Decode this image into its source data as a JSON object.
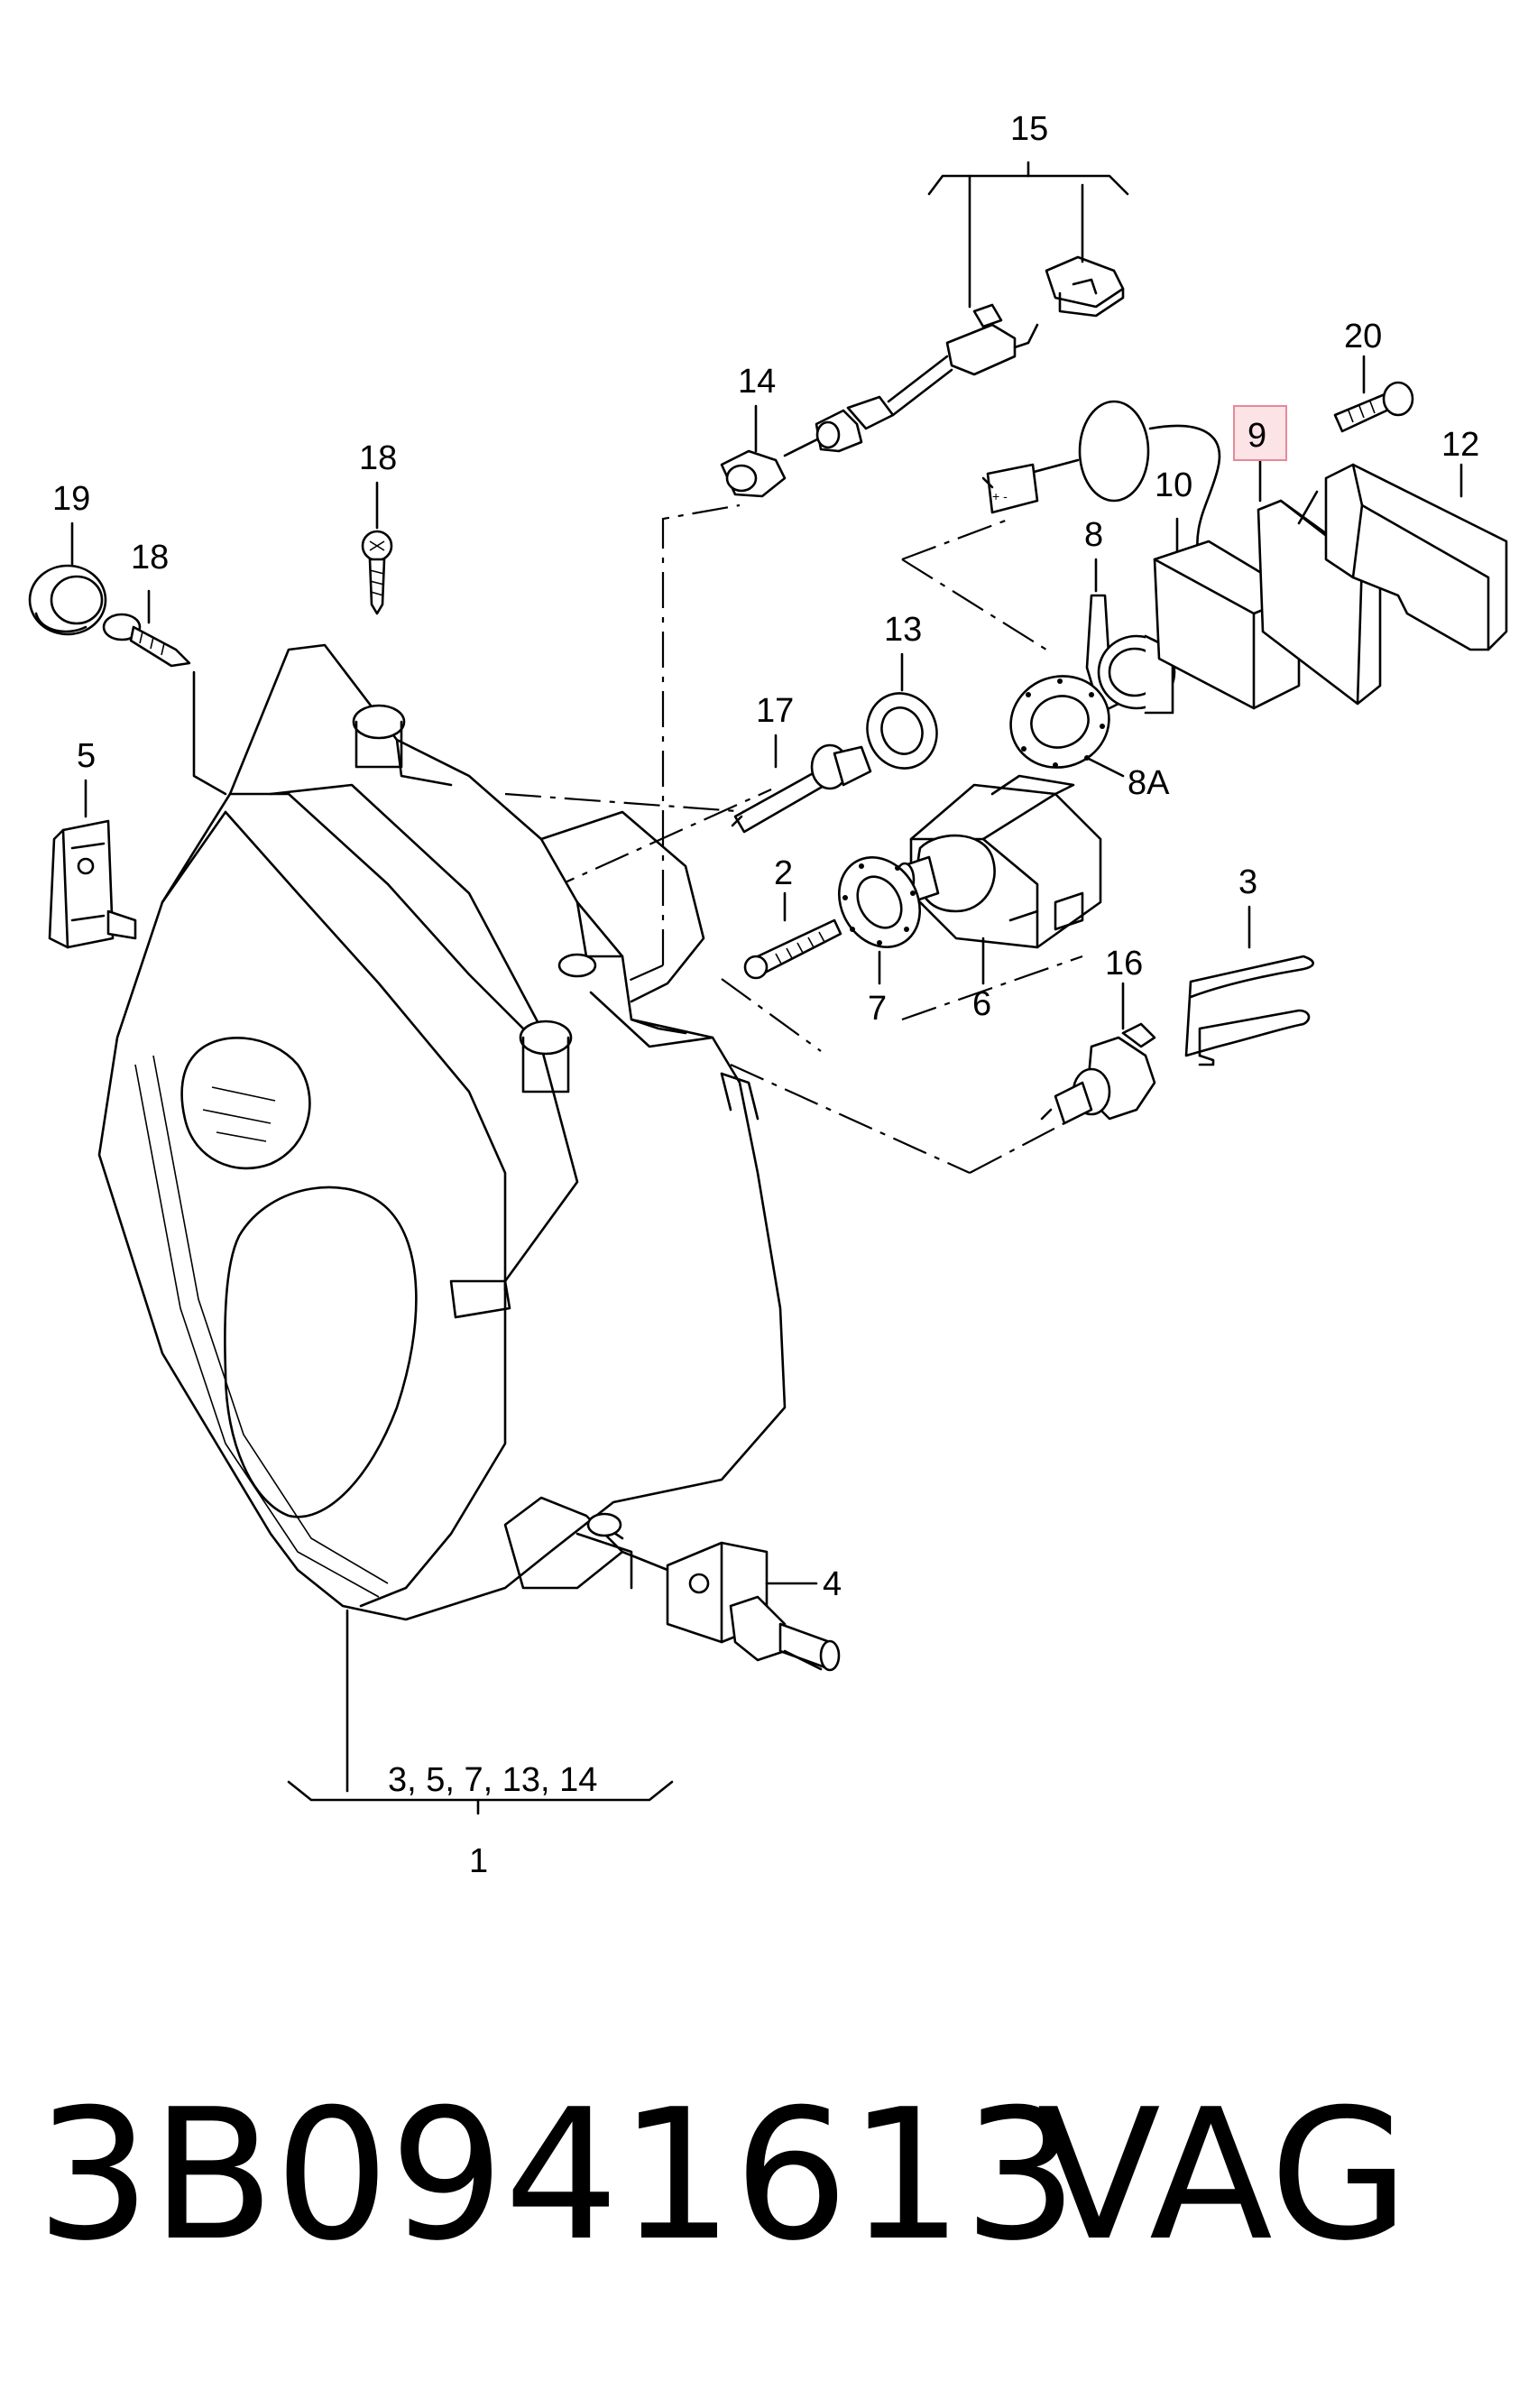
{
  "callouts": {
    "c1": "1",
    "c2": "2",
    "c3": "3",
    "c4": "4",
    "c5": "5",
    "c6": "6",
    "c7": "7",
    "c8": "8",
    "c8a": "8A",
    "c9": "9",
    "c10": "10",
    "c12": "12",
    "c13": "13",
    "c14": "14",
    "c15": "15",
    "c16": "16",
    "c17": "17",
    "c18a": "18",
    "c18b": "18",
    "c19": "19",
    "c20": "20",
    "group": "3, 5, 7, 13, 14"
  },
  "highlighted_callout": "9",
  "part_number": "3B0941613",
  "brand": "VAG",
  "colors": {
    "line": "#000000",
    "highlight_fill": "#fbe3e6",
    "highlight_border": "#e58a98"
  }
}
